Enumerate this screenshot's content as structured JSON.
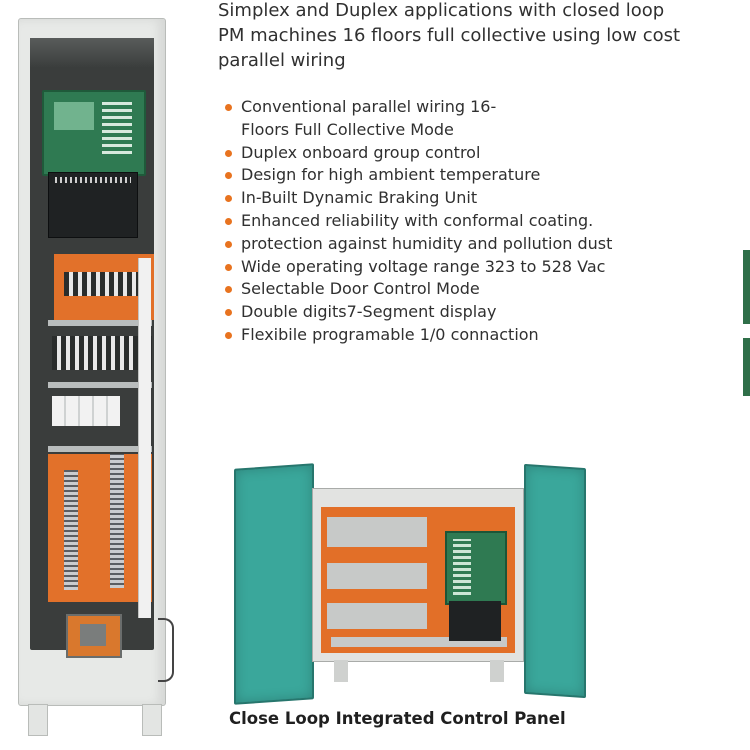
{
  "intro": {
    "lines": [
      "Simplex and Duplex applications with closed loop",
      "PM machines 16 floors full collective using low cost",
      "parallel wiring"
    ]
  },
  "features": [
    {
      "lines": [
        "Conventional parallel wiring 16-",
        "Floors Full Collective Mode"
      ]
    },
    {
      "lines": [
        "Duplex onboard group control"
      ]
    },
    {
      "lines": [
        "Design for high ambient temperature"
      ]
    },
    {
      "lines": [
        "In-Built Dynamic Braking Unit"
      ]
    },
    {
      "lines": [
        "Enhanced reliability with conformal coating."
      ]
    },
    {
      "lines": [
        "protection against humidity and pollution dust"
      ]
    },
    {
      "lines": [
        "Wide operating voltage range 323 to 528 Vac"
      ]
    },
    {
      "lines": [
        "Selectable Door Control Mode"
      ]
    },
    {
      "lines": [
        "Double digits7-Segment display"
      ]
    },
    {
      "lines": [
        "Flexibile programable 1/0 connaction"
      ]
    }
  ],
  "caption": "Close Loop Integrated Control Panel",
  "colors": {
    "bullet": "#e8731f",
    "mounting_plate": "#e2712a",
    "door_teal": "#3aa79b",
    "text": "#303030"
  }
}
